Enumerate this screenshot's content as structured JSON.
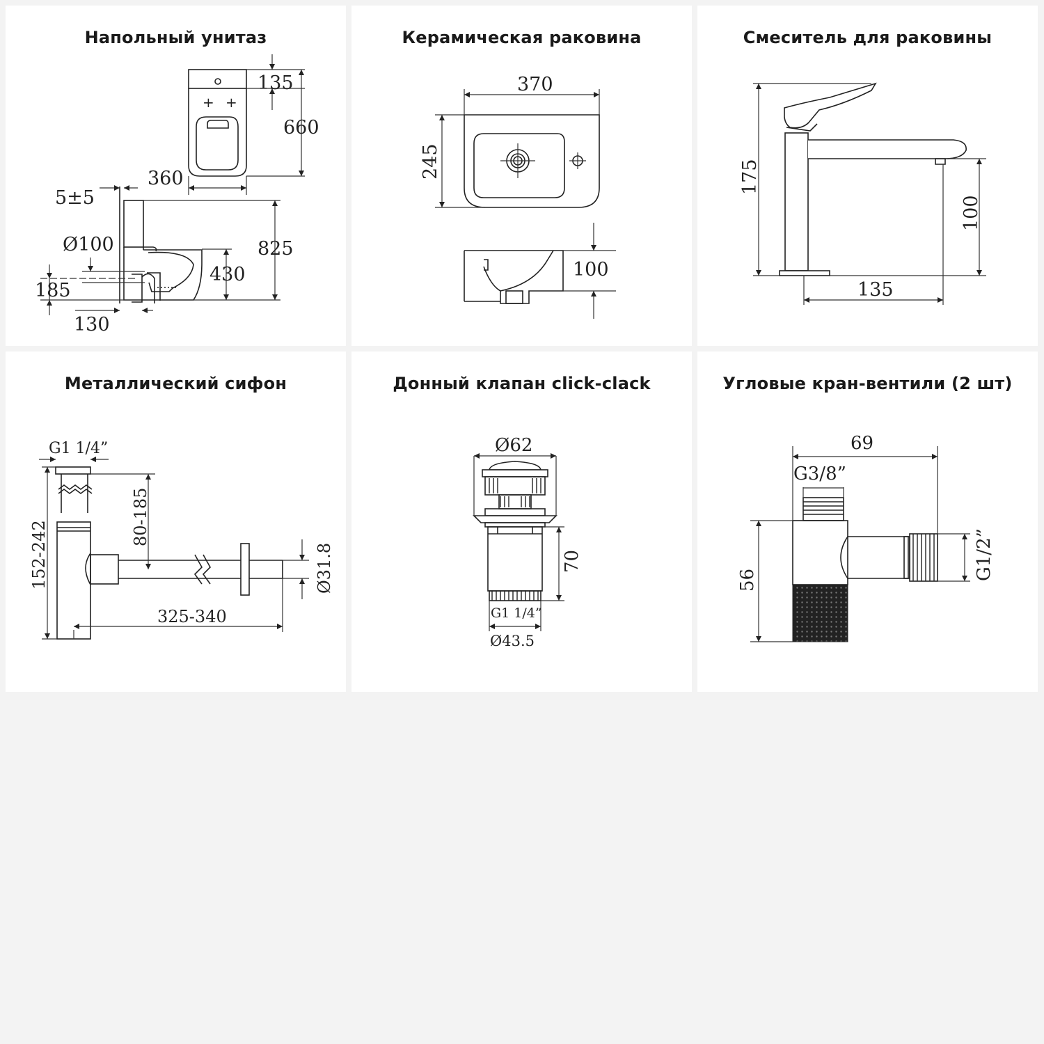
{
  "panels": [
    {
      "title": "Напольный унитаз",
      "dims": {
        "d135": "135",
        "d660": "660",
        "d360": "360",
        "d5": "5±5",
        "d825": "825",
        "d100": "Ø100",
        "d430": "430",
        "d185": "185",
        "d130": "130"
      }
    },
    {
      "title": "Керамическая раковина",
      "dims": {
        "d370": "370",
        "d245": "245",
        "d100": "100"
      }
    },
    {
      "title": "Смеситель для раковины",
      "dims": {
        "d175": "175",
        "d100": "100",
        "d135": "135"
      }
    },
    {
      "title": "Металлический сифон",
      "dims": {
        "g": "G1 1/4”",
        "d152": "152-242",
        "d80": "80-185",
        "d318": "Ø31.8",
        "d325": "325-340"
      }
    },
    {
      "title": "Донный клапан click-clack",
      "dims": {
        "d62": "Ø62",
        "d70": "70",
        "g": "G1 1/4”",
        "d435": "Ø43.5"
      }
    },
    {
      "title": "Угловые кран-вентили (2 шт)",
      "dims": {
        "d69": "69",
        "g38": "G3/8”",
        "d56": "56",
        "g12": "G1/2”"
      }
    }
  ]
}
